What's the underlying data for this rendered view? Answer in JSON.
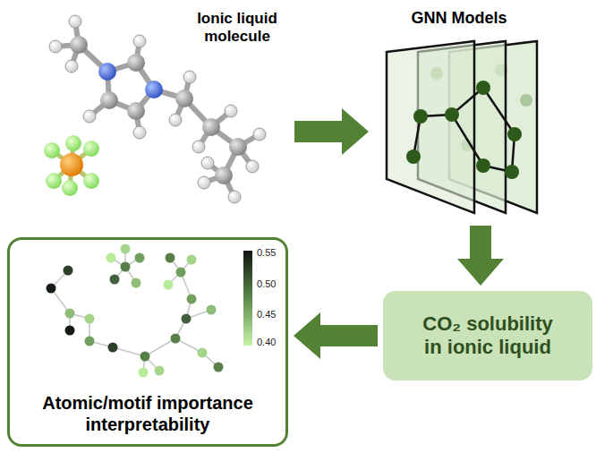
{
  "diagram": {
    "nodes": [
      {
        "text": [
          "Ionic liquid molecule"
        ]
      },
      {
        "text": [
          "GNN Models"
        ]
      },
      {
        "text": [
          "CO₂ solubility in ionic liquid"
        ]
      },
      {
        "text": [
          "Atomic/motif importance interpretability"
        ]
      }
    ],
    "edges": [
      {
        "from": 0,
        "to": 1,
        "arrow": "to"
      },
      {
        "from": 1,
        "to": 2,
        "arrow": "to"
      },
      {
        "from": 2,
        "to": 3,
        "arrow": "to"
      }
    ],
    "labels": [
      "0.55",
      "0.50",
      "0.45",
      "0.40"
    ]
  }
}
